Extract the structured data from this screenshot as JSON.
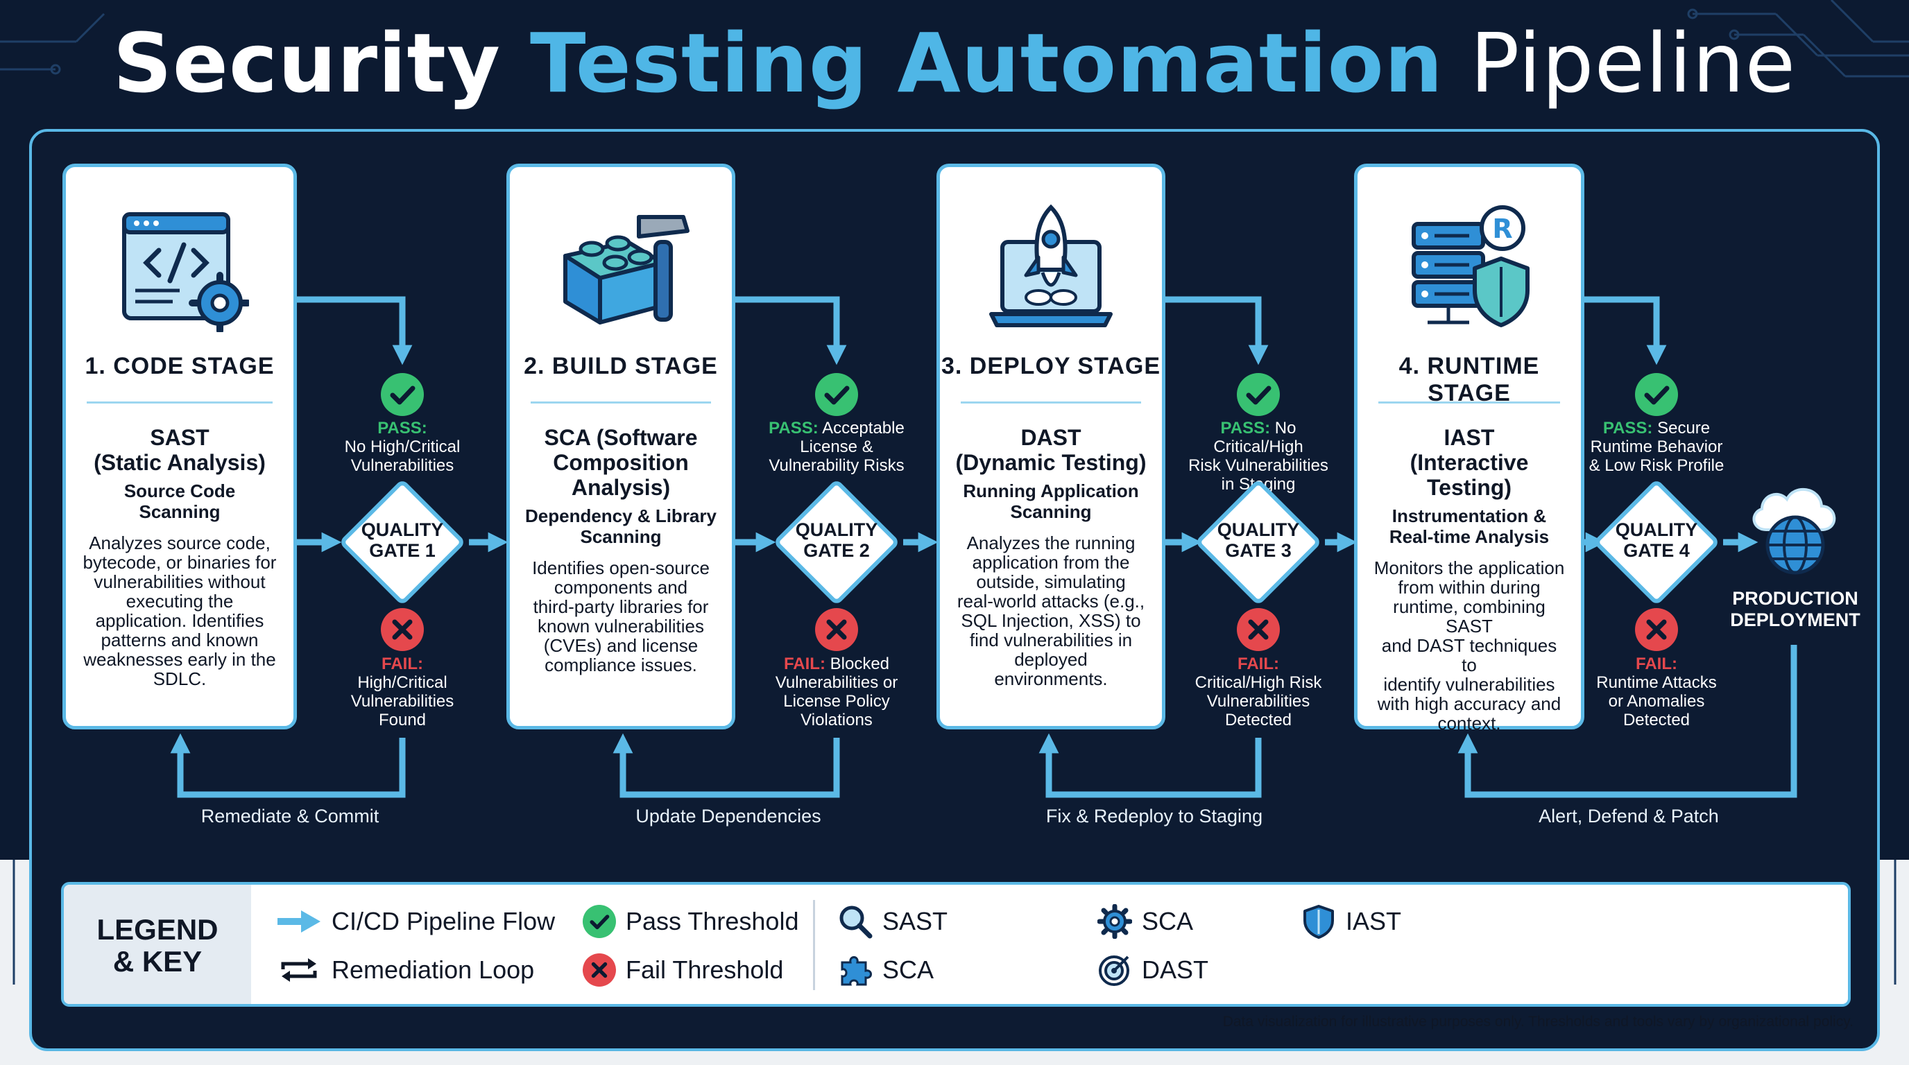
{
  "title": {
    "part1": "Security ",
    "part2": "Testing Automation",
    "part3": " Pipeline"
  },
  "colors": {
    "background": "#0c1a31",
    "accent": "#4fb6e6",
    "frame": "#59b8e6",
    "pass": "#38c172",
    "fail": "#e5484d"
  },
  "stages": [
    {
      "heading": "1. CODE STAGE",
      "method": "SAST\n(Static Analysis)",
      "focus": "Source Code Scanning",
      "description": "Analyzes source code,\nbytecode, or binaries for\nvulnerabilities without\nexecuting the\napplication. Identifies\npatterns and known\nweaknesses early in the\nSDLC.",
      "icon": "code-window-gear-icon"
    },
    {
      "heading": "2. BUILD STAGE",
      "method": "SCA (Software\nComposition Analysis)",
      "focus": "Dependency & Library\nScanning",
      "description": "Identifies open-source\ncomponents and\nthird-party libraries for\nknown vulnerabilities\n(CVEs) and license\ncompliance issues.",
      "icon": "building-block-hammer-icon"
    },
    {
      "heading": "3. DEPLOY STAGE",
      "method": "DAST\n(Dynamic Testing)",
      "focus": "Running Application\nScanning",
      "description": "Analyzes the running\napplication from the\noutside, simulating\nreal-world attacks (e.g.,\nSQL Injection, XSS) to\nfind vulnerabilities in\ndeployed environments.",
      "icon": "rocket-laptop-icon"
    },
    {
      "heading": "4. RUNTIME STAGE",
      "method": "IAST\n(Interactive Testing)",
      "focus": "Instrumentation &\nReal-time Analysis",
      "description": "Monitors the application\nfrom within during\nruntime, combining SAST\nand DAST techniques to\nidentify vulnerabilities\nwith high accuracy and\ncontext.",
      "icon": "server-shield-icon"
    }
  ],
  "gates": [
    {
      "label": "QUALITY\nGATE 1",
      "pass_tag": "PASS:",
      "pass_text": "\nNo High/Critical\nVulnerabilities",
      "fail_tag": "FAIL:",
      "fail_text": "\nHigh/Critical\nVulnerabilities\nFound",
      "loop": "Remediate & Commit"
    },
    {
      "label": "QUALITY\nGATE 2",
      "pass_tag": "PASS:",
      "pass_text": " Acceptable\nLicense &\nVulnerability Risks",
      "fail_tag": "FAIL:",
      "fail_text": " Blocked\nVulnerabilities or\nLicense Policy\nViolations",
      "loop": "Update Dependencies"
    },
    {
      "label": "QUALITY\nGATE 3",
      "pass_tag": "PASS:",
      "pass_text": " No Critical/High\nRisk Vulnerabilities\nin Staging",
      "fail_tag": "FAIL:",
      "fail_text": "\nCritical/High Risk\nVulnerabilities\nDetected",
      "loop": "Fix & Redeploy to Staging"
    },
    {
      "label": "QUALITY\nGATE 4",
      "pass_tag": "PASS:",
      "pass_text": " Secure\nRuntime Behavior\n& Low Risk Profile",
      "fail_tag": "FAIL:",
      "fail_text": "\nRuntime Attacks\nor Anomalies\nDetected",
      "loop": "Alert, Defend & Patch"
    }
  ],
  "production": {
    "label": "PRODUCTION\nDEPLOYMENT",
    "icon": "cloud-globe-icon"
  },
  "legend": {
    "title": "LEGEND\n& KEY",
    "items": [
      {
        "label": "CI/CD Pipeline Flow",
        "icon": "arrow-right-icon"
      },
      {
        "label": "Remediation Loop",
        "icon": "loop-arrows-icon"
      },
      {
        "label": "Pass Threshold",
        "icon": "check-circle-icon"
      },
      {
        "label": "Fail Threshold",
        "icon": "x-circle-icon"
      },
      {
        "label": "SAST",
        "icon": "magnifier-icon"
      },
      {
        "label": "SCA",
        "icon": "puzzle-icon"
      },
      {
        "label": "SCA",
        "icon": "gear-icon"
      },
      {
        "label": "DAST",
        "icon": "target-icon"
      },
      {
        "label": "IAST",
        "icon": "shield-icon"
      }
    ]
  },
  "footnote": "Data visualization for illustrative purposes only. Thresholds and tools vary by organizational policy."
}
